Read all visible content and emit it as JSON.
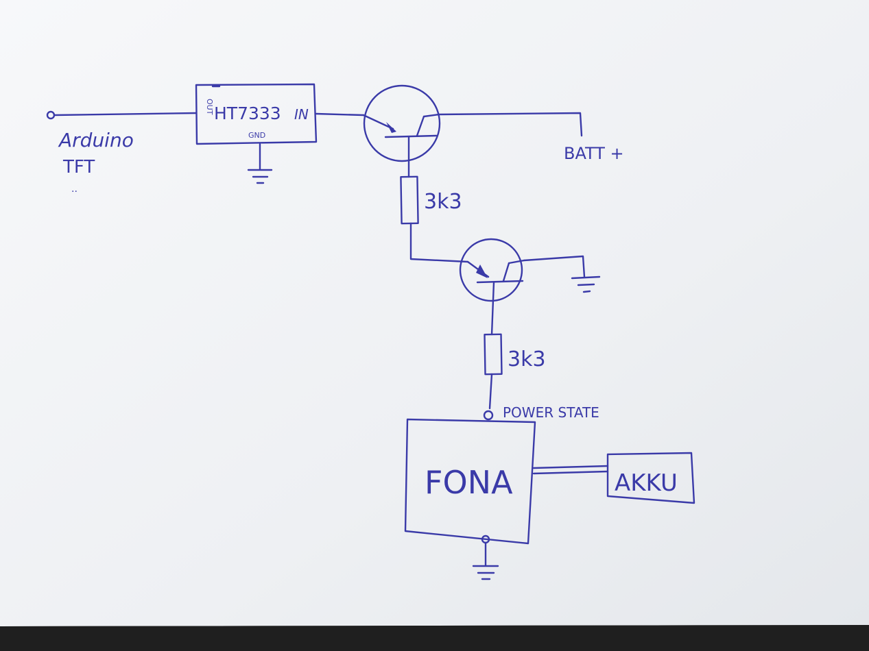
{
  "colors": {
    "ink": "#3a3aa8",
    "paper": "#f2f3f5",
    "desk": "#2a2a2a"
  },
  "labels": {
    "arduino": "Arduino",
    "tft": "TFT",
    "tft_dots": "..",
    "regulator_name": "HT7333",
    "regulator_in": "IN",
    "regulator_out": "OUT",
    "regulator_gnd": "GND",
    "batt": "BATT +",
    "resistor_top": "3k3",
    "resistor_bottom": "3k3",
    "power_state": "POWER STATE",
    "fona": "FONA",
    "akku": "AKKU"
  }
}
